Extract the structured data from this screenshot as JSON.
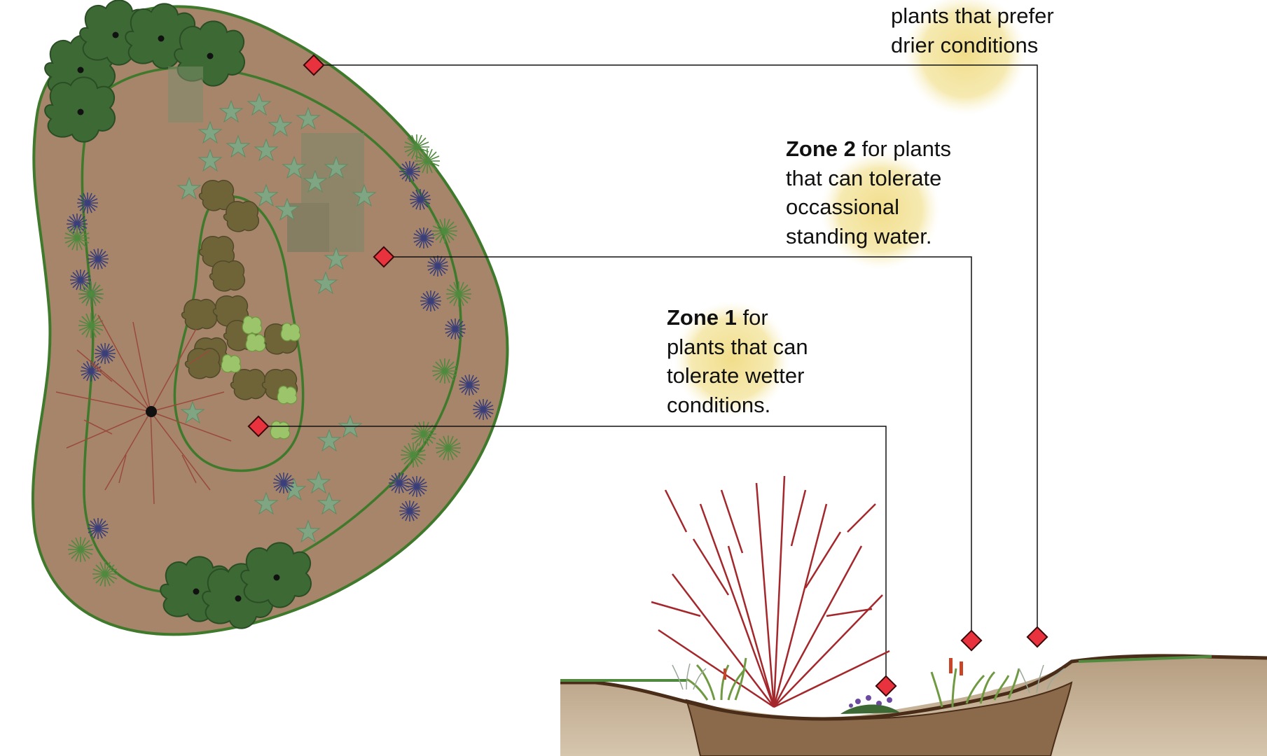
{
  "colors": {
    "basin_fill": "#a6856a",
    "basin_outline": "#3f7a2c",
    "shrub_dark": "#3d6a34",
    "leader_marker": "#e8333f",
    "label_highlight": "#f1dd8a",
    "soil_light": "#cdbaa0",
    "soil_dark": "#5b3a22",
    "stem_red": "#a4272c"
  },
  "zones": [
    {
      "name": "zone-3",
      "lines": [
        "plants that prefer",
        "drier conditions"
      ]
    },
    {
      "name": "zone-2",
      "bold": "Zone 2",
      "lines": [
        " for plants",
        "that can tolerate",
        "occassional",
        "standing water."
      ]
    },
    {
      "name": "zone-1",
      "bold": "Zone 1",
      "lines": [
        " for",
        "plants that can",
        "tolerate wetter",
        "conditions."
      ]
    }
  ]
}
